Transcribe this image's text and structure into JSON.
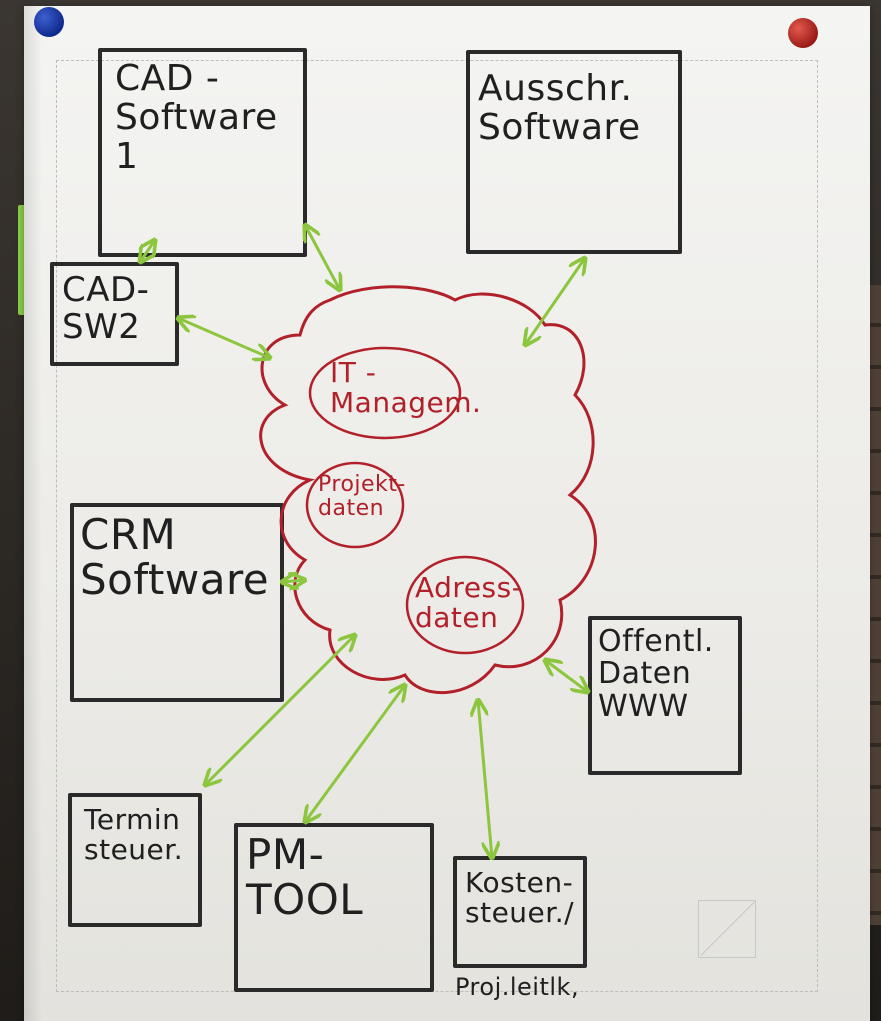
{
  "boxes": {
    "cad1": "CAD -\nSoftware\n1",
    "aus": "Ausschr.\nSoftware",
    "cad2": "CAD-\nSW2",
    "crm": "CRM\nSoftware",
    "offen": "Offentl.\nDaten\nWWW",
    "termin": "Termin\nsteuer.",
    "pm": "PM-\nTOOL",
    "kosten": "Kosten-\nsteuer./"
  },
  "cloud": {
    "it": "IT -\nManagem.",
    "projekt": "Projekt-\ndaten",
    "adress": "Adress-\ndaten"
  },
  "note_below": "Proj.leitlk,",
  "colors": {
    "ink": "#202020",
    "cloud": "#b2202a",
    "arrow": "#8cc63f"
  }
}
